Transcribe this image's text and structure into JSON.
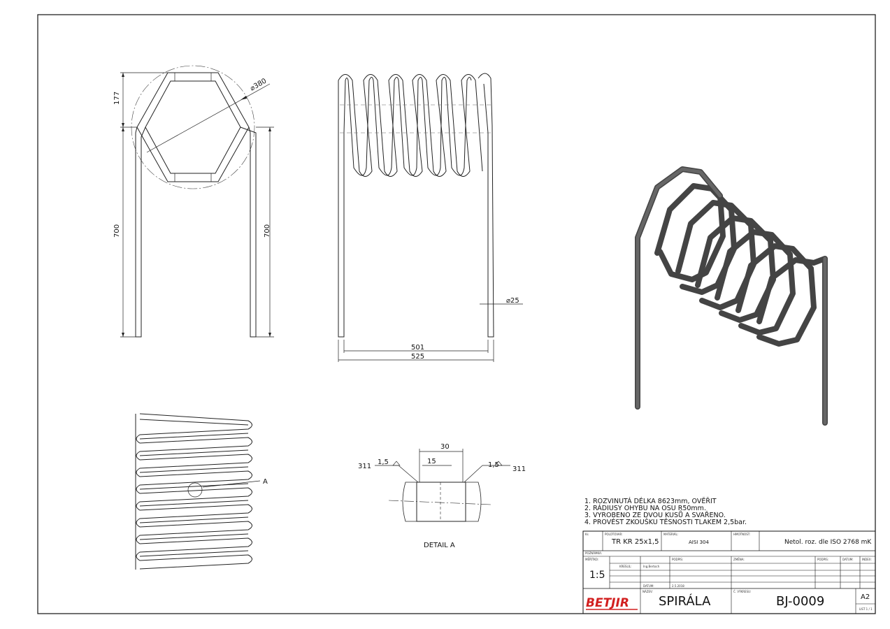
{
  "dimensions": {
    "d380": "380",
    "h177": "177",
    "h700_left": "700",
    "h700_right": "700",
    "d25": "25",
    "w501": "501",
    "w525": "525",
    "detail_30": "30",
    "detail_15": "15",
    "weld_left_size": "1,5",
    "weld_left_code": "311",
    "weld_right_size": "1,5",
    "weld_right_code": "311",
    "detail_marker": "A",
    "detail_label": "DETAIL A"
  },
  "notes": [
    "1.   ROZVINUTÁ DÉLKA 8623mm, OVĚŘIT",
    "2.   RÁDIUSY OHYBU NA OSU R50mm.",
    "3.   VYROBENO ZE DVOU KUSŮ A SVAŘENO.",
    "4.   PROVÉST ZKOUŠKU TĚSNOSTI TLAKEM 2,5bar."
  ],
  "title_block": {
    "ks_label": "Ks",
    "polotovar_label": "POLOTOVAR:",
    "polotovar": "TR KR 25x1,5",
    "material_label": "MATERIÁL:",
    "material": "AISI 304",
    "hmotnost_label": "HMOTNOST:",
    "tolerance": "Netol. roz. dle ISO 2768 mK",
    "poznamka_label": "POZNÁMKA:",
    "meritko_label": "MĚŘÍTKO:",
    "meritko": "1:5",
    "kreslil_label": "KRESLIL:",
    "kreslil": "Ing.Bertoch",
    "podpis_label": "PODPIS:",
    "datum_label": "DATUM:",
    "datum": "2.5.2018",
    "zmena_label": "ZMĚNA:",
    "podpis2_label": "PODPIS:",
    "datum2_label": "DATUM:",
    "index_label": "INDEX:",
    "nazev_label": "NÁZEV:",
    "nazev": "SPIRÁLA",
    "cislo_label": "Č. VÝKRESU:",
    "cislo": "BJ-0009",
    "format": "A2",
    "list": "LIST 1 / 1",
    "logo": "BETJIR",
    "logo_color": "#d21f1f"
  }
}
